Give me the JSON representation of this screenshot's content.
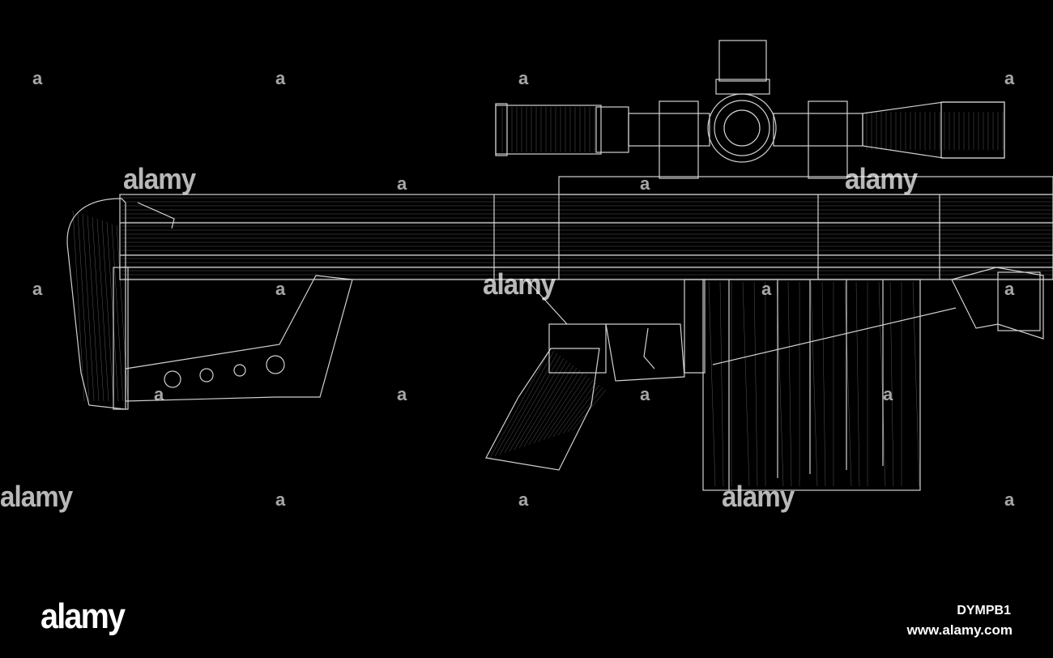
{
  "watermark": {
    "text": "alamy",
    "small_mark": "a"
  },
  "footer": {
    "brand": "alamy",
    "image_id": "DYMPB1",
    "site": "www.alamy.com"
  },
  "colors": {
    "background": "#000000",
    "wireframe": "#ffffff"
  },
  "subject": {
    "icon": "wireframe-sniper-rifle"
  }
}
